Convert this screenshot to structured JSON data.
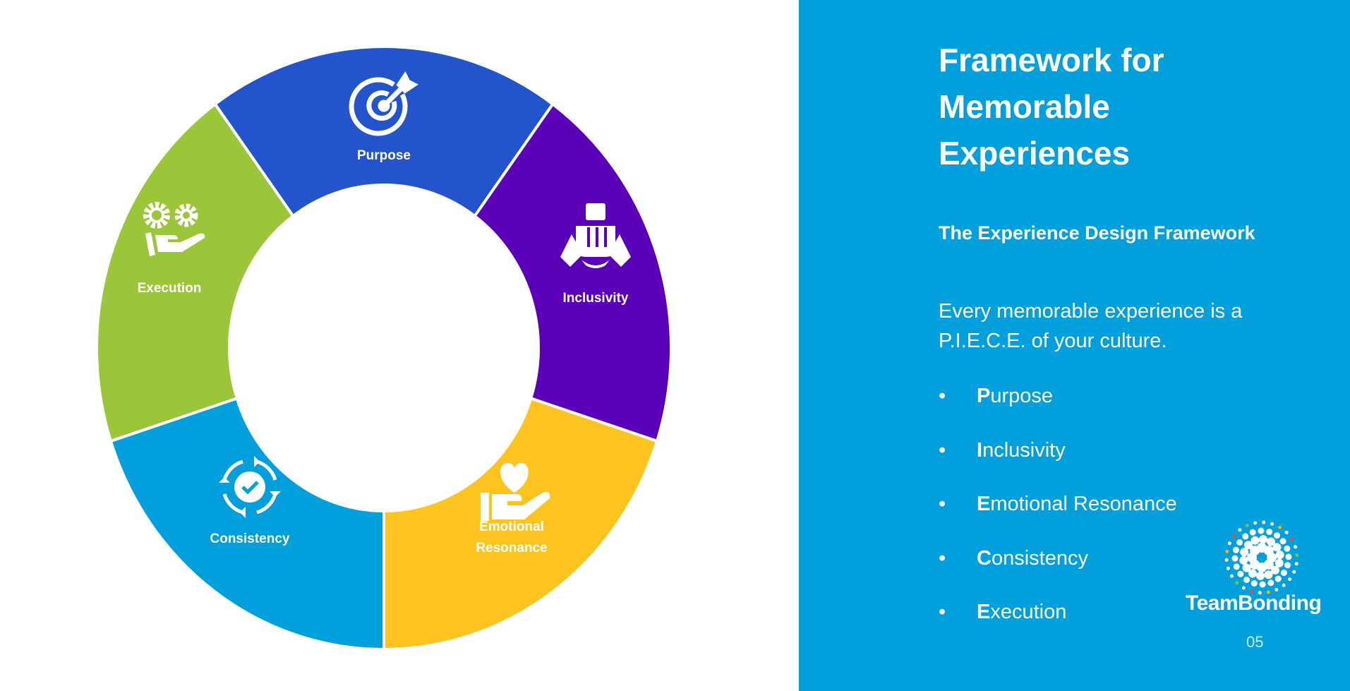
{
  "diagram": {
    "segments": [
      {
        "label": "Purpose",
        "color": "#2454CC",
        "icon": "target-arrow-icon"
      },
      {
        "label": "Inclusivity",
        "color": "#5B00B8",
        "icon": "hands-together-icon"
      },
      {
        "label_line1": "Emotional",
        "label_line2": "Resonance",
        "color": "#FDC31F",
        "icon": "heart-in-hand-icon"
      },
      {
        "label": "Consistency",
        "color": "#019FDB",
        "icon": "cycle-check-icon"
      },
      {
        "label": "Execution",
        "color": "#9BC63A",
        "icon": "gears-in-hand-icon"
      }
    ]
  },
  "panel": {
    "background": "#019FDB",
    "title": "Framework for Memorable Experiences",
    "subtitle": "The Experience Design Framework",
    "body": "Every memorable experience is a P.I.E.C.E. of your culture.",
    "bullets": [
      {
        "initial": "P",
        "rest": "urpose"
      },
      {
        "initial": "I",
        "rest": "nclusivity"
      },
      {
        "initial": "E",
        "rest": "motional Resonance"
      },
      {
        "initial": "C",
        "rest": "onsistency"
      },
      {
        "initial": "E",
        "rest": "xecution"
      }
    ],
    "brand": "TeamBonding",
    "page_number": "05"
  }
}
